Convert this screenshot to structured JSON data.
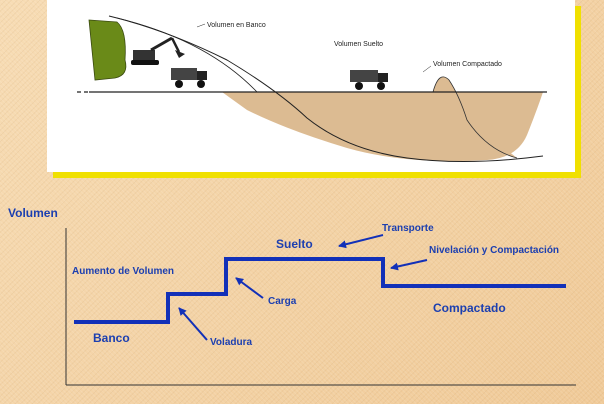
{
  "scene": {
    "labels": {
      "banco": "Volumen en Banco",
      "suelto": "Volumen  Suelto",
      "compactado": "Volumen Compactado"
    }
  },
  "diagram": {
    "y_axis_label": "Volumen",
    "states": {
      "banco": "Banco",
      "suelto": "Suelto",
      "compactado": "Compactado"
    },
    "annotations": {
      "aumento": "Aumento de Volumen",
      "voladura": "Voladura",
      "carga": "Carga",
      "transporte": "Transporte",
      "nivelacion": "Nivelación y Compactación"
    },
    "colors": {
      "line": "#1230b8",
      "text": "#1c3fb0",
      "axis": "#333333"
    }
  }
}
